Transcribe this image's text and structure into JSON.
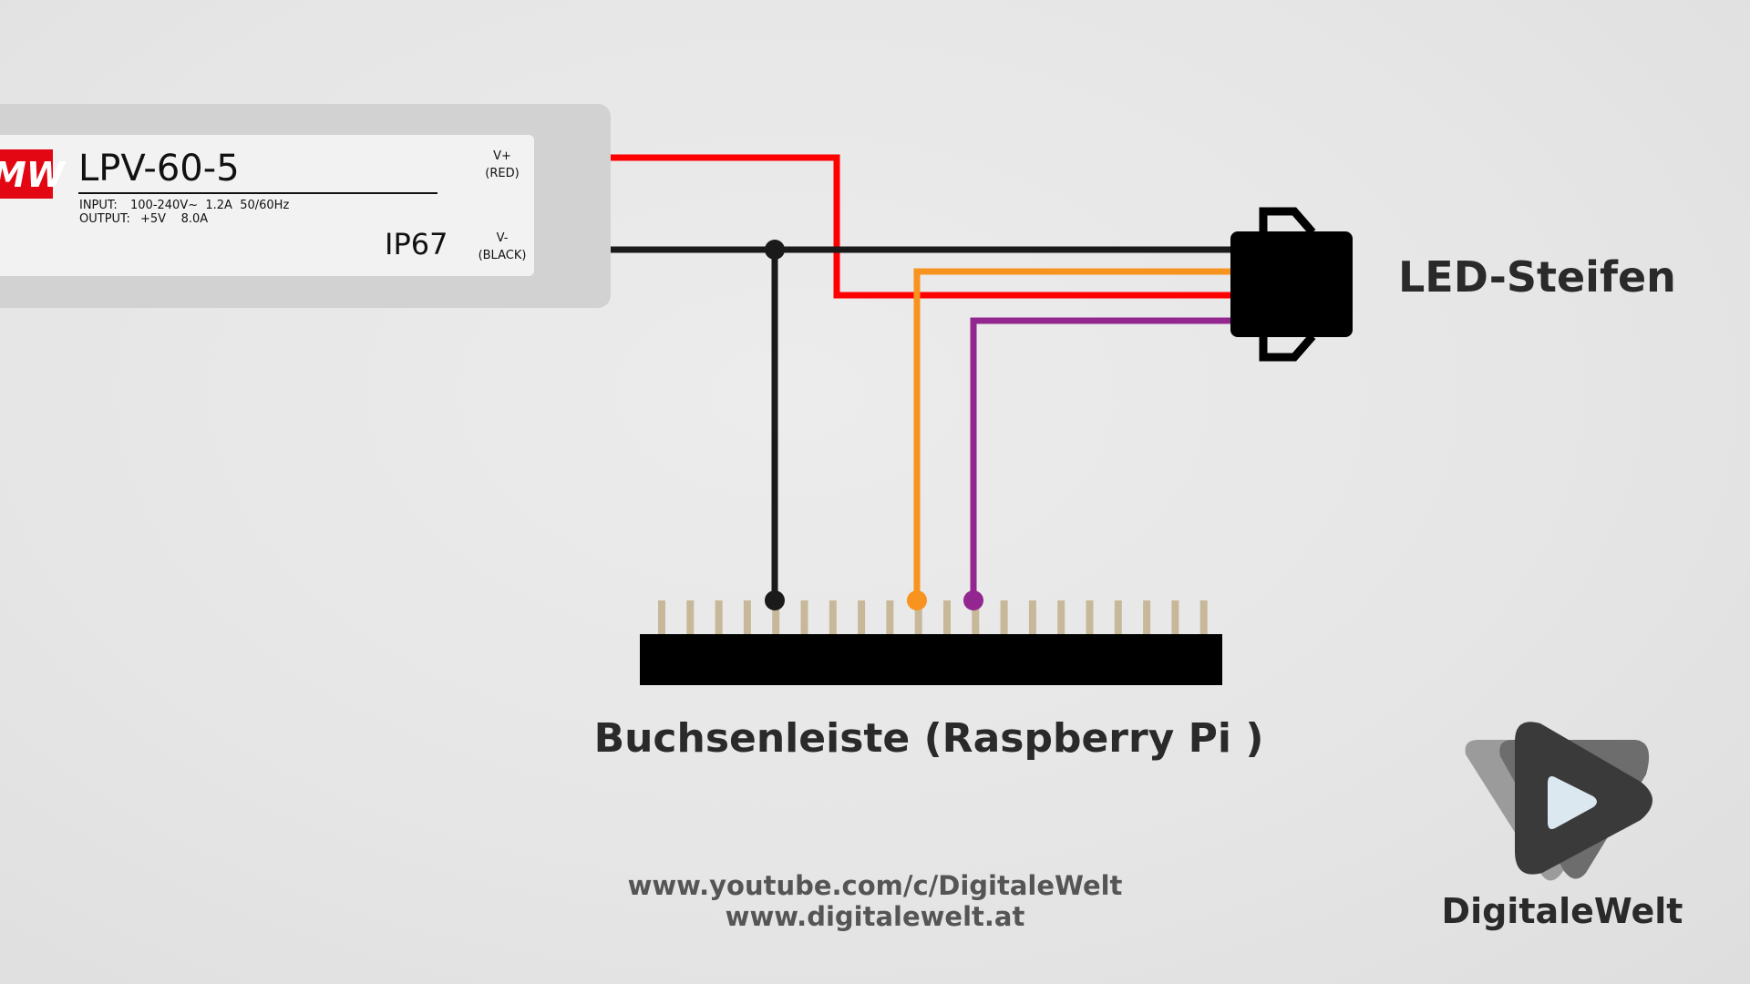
{
  "power_supply": {
    "logo_text": "MW",
    "model": "LPV-60-5",
    "input_label": "INPUT:",
    "input_spec": "100-240V~  1.2A  50/60Hz",
    "output_label": "OUTPUT:",
    "output_spec": "+5V    8.0A",
    "ip_rating": "IP67",
    "vplus_label": "V+",
    "vplus_color": "(RED)",
    "vminus_label": "V-",
    "vminus_color": "(BLACK)"
  },
  "led_strip": {
    "label": "LED-Steifen"
  },
  "header": {
    "label": "Buchsenleiste (Raspberry Pi )",
    "pin_count": 20
  },
  "footer": {
    "youtube": "www.youtube.com/c/DigitaleWelt",
    "website": "www.digitalewelt.at"
  },
  "brand": {
    "name": "DigitaleWelt"
  },
  "wire_colors": {
    "red": "#ff0000",
    "black": "#1a1a1a",
    "orange": "#f7931e",
    "purple": "#93278f"
  },
  "colors": {
    "logo_red": "#e30613",
    "psu_body": "#d2d2d2",
    "psu_label": "#f2f2f2",
    "pin": "#c8b89a",
    "text_dark": "#2a2a2a",
    "text_grey": "#555555"
  }
}
